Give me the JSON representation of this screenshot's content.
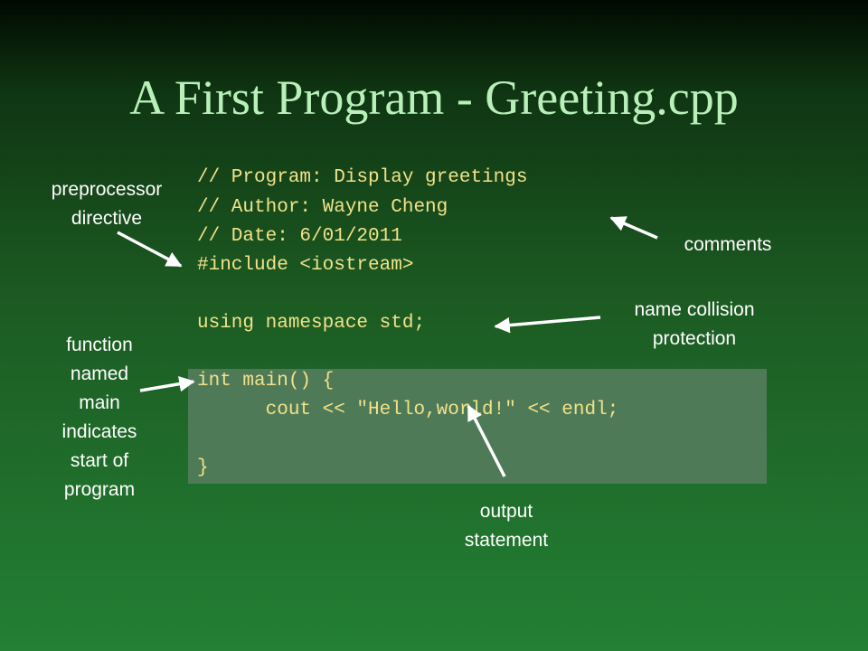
{
  "slide": {
    "title": "A First Program - Greeting.cpp"
  },
  "code": {
    "lines": [
      "// Program: Display greetings",
      "// Author: Wayne Cheng",
      "// Date: 6/01/2011",
      "#include <iostream>",
      "using namespace std;",
      "int main() {",
      "      cout << \"Hello,world!\" << endl;",
      "}"
    ]
  },
  "annotations": {
    "preprocessor": [
      "preprocessor",
      "directive"
    ],
    "comments": "comments",
    "name_collision": [
      "name collision",
      "protection"
    ],
    "function_main": [
      "function",
      "named",
      "main",
      "indicates",
      "start of",
      "program"
    ],
    "output_statement": [
      "output",
      "statement"
    ]
  },
  "colors": {
    "title": "#b9f0b9",
    "code": "#f2e28a",
    "code_highlight": "#4f7a57",
    "annotation": "#ffffff"
  }
}
